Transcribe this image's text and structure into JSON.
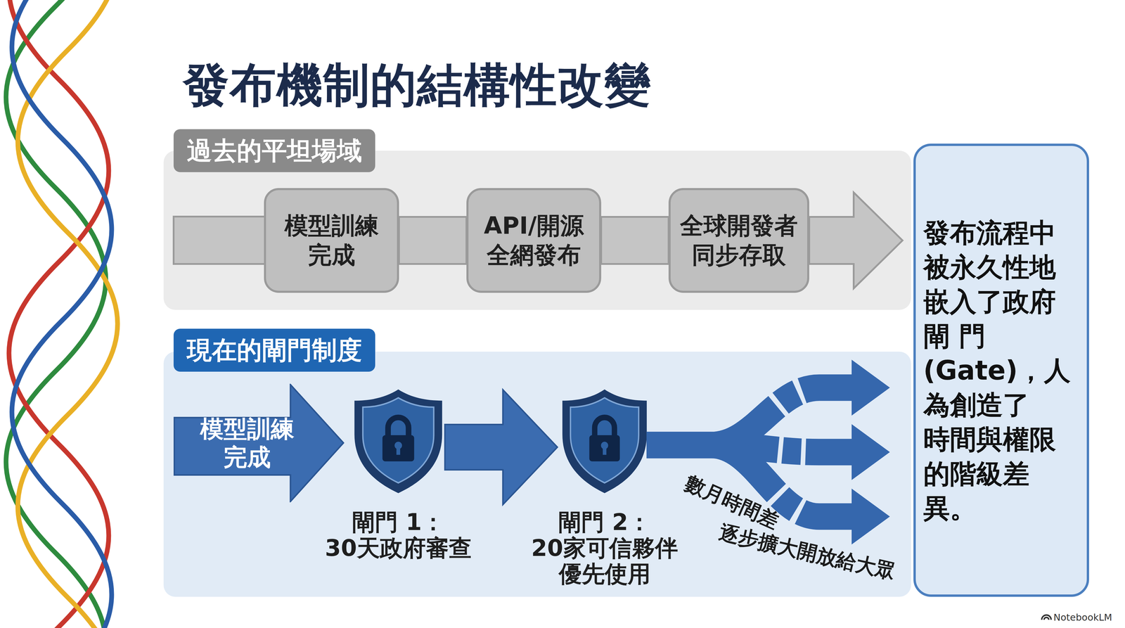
{
  "diagram": {
    "title": "發布機制的結構性改變",
    "nodes": [
      {
        "text": [
          "過去的平坦場域"
        ]
      },
      {
        "text": [
          "模型訓練 完成"
        ],
        "in": 0
      },
      {
        "text": [
          "API/開源 全網發布"
        ],
        "in": 0
      },
      {
        "text": [
          "全球開發者 同步存取"
        ],
        "in": 0
      },
      {
        "text": [
          "現在的閘門制度"
        ]
      },
      {
        "text": [
          "模型訓練 完成"
        ],
        "in": 4
      },
      {
        "text": [
          "閘門 1：",
          "30天政府審查"
        ],
        "in": 4
      },
      {
        "text": [
          "閘門 2：",
          "20家可信夥伴 優先使用"
        ],
        "in": 4
      },
      {
        "text": [
          "發布流程中 被永久性地 嵌入了政府 閘 門 (Gate)，人 為創造了 時間與權限 的階級差 異。"
        ]
      }
    ],
    "edges": [
      {
        "from": 1,
        "to": 2,
        "arrow": "none"
      },
      {
        "from": 2,
        "to": 3,
        "arrow": "none"
      },
      {
        "from": 3,
        "to": 8,
        "arrow": "to"
      },
      {
        "from": 6,
        "to": 7,
        "arrow": "to"
      },
      {
        "from": 7,
        "to": 8,
        "arrow": "to"
      }
    ],
    "labels": [
      "數月時間差",
      "逐步擴大開放給大眾",
      "NotebookLM"
    ]
  }
}
